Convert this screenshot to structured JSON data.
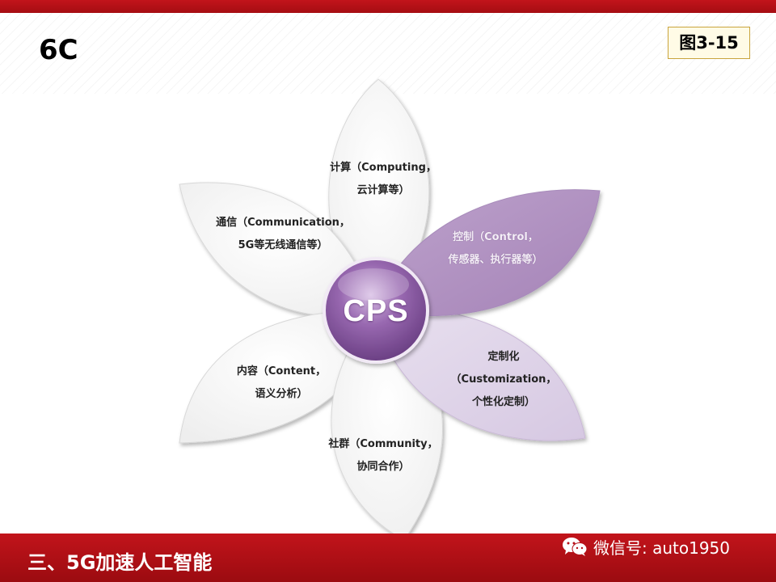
{
  "header": {
    "title": "6C",
    "figure_label": "图3-15"
  },
  "diagram": {
    "center": "CPS",
    "petals": [
      {
        "line1": "计算（Computing，",
        "line2": "云计算等）"
      },
      {
        "line1": "控制（Control，",
        "line2": "传感器、执行器等）"
      },
      {
        "line1": "定制化",
        "line2": "（Customization，",
        "line3": "个性化定制）"
      },
      {
        "line1": "社群（Community，",
        "line2": "协同合作）"
      },
      {
        "line1": "内容（Content，",
        "line2": "语义分析）"
      },
      {
        "line1": "通信（Communication，",
        "line2": "5G等无线通信等）"
      }
    ],
    "colors": {
      "petal_white": "#f4f4f4",
      "petal_purple": "#c3aad0",
      "petal_lavender": "#ddd2e7",
      "center": "#8a5aa0"
    }
  },
  "footer": {
    "title": "三、5G加速人工智能",
    "wechat_label": "微信号: auto1950",
    "wechat_icon": "wechat-icon"
  }
}
